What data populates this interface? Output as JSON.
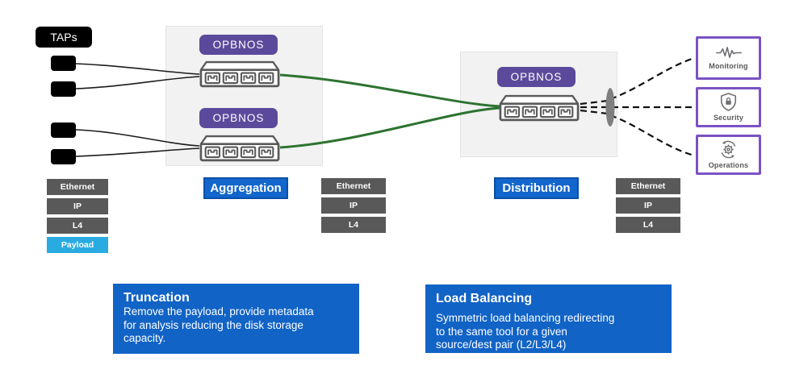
{
  "taps_label": "TAPs",
  "aggregation": {
    "label": "Aggregation",
    "switch1_badge": "OPBNOS",
    "switch2_badge": "OPBNOS"
  },
  "distribution": {
    "label": "Distribution",
    "switch_badge": "OPBNOS"
  },
  "tools": {
    "monitoring": {
      "label": "Monitoring",
      "icon": "pulse-icon"
    },
    "security": {
      "label": "Security",
      "icon": "shield-lock-icon"
    },
    "operations": {
      "label": "Operations",
      "icon": "gear-sync-icon"
    }
  },
  "stacks": {
    "left": {
      "rows": [
        "Ethernet",
        "IP",
        "L4",
        "Payload"
      ]
    },
    "middle": {
      "rows": [
        "Ethernet",
        "IP",
        "L4"
      ]
    },
    "right": {
      "rows": [
        "Ethernet",
        "IP",
        "L4"
      ]
    }
  },
  "callouts": {
    "truncation": {
      "title": "Truncation",
      "body": "Remove the payload, provide metadata\nfor analysis reducing the disk storage\ncapacity."
    },
    "load_balancing": {
      "title": "Load Balancing",
      "body": "Symmetric load balancing redirecting\nto the same tool  for a given\nsource/dest pair (L2/L3/L4)"
    }
  },
  "colors": {
    "stage_label_blue": "#1266cc",
    "callout_blue": "#1163c6",
    "layer_gray": "#595959",
    "payload_cyan": "#29abe2",
    "opbnos_purple": "#5b4a9b",
    "tool_border_purple": "#7b52c4",
    "link_green": "#2d7330",
    "tap_black": "#000000"
  }
}
